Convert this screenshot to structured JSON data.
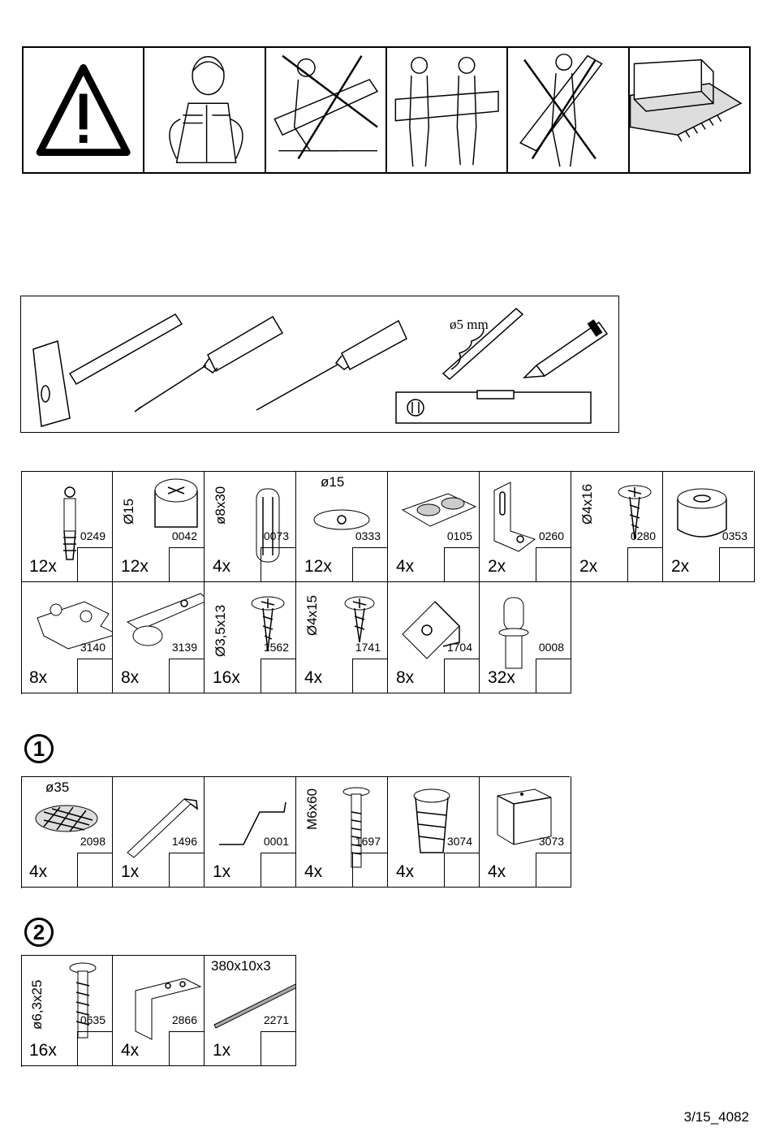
{
  "warnings": {
    "panels": [
      "warning-triangle-icon",
      "read-instructions-icon",
      "one-person-prohibited-icon",
      "two-person-lift-icon",
      "one-person-carry-prohibited-icon",
      "assemble-on-soft-surface-icon"
    ]
  },
  "tools": {
    "items": [
      "hammer-icon",
      "phillips-screwdriver-icon",
      "awl-icon",
      "drill-bit-icon",
      "pencil-icon",
      "spirit-level-icon"
    ],
    "drill_label": "ø5 mm"
  },
  "parts_main": [
    {
      "code": "0249",
      "qty": "12x",
      "dim": "",
      "icon": "cam-bolt-icon"
    },
    {
      "code": "0042",
      "qty": "12x",
      "dim": "Ø15",
      "icon": "cam-lock-icon"
    },
    {
      "code": "0073",
      "qty": "4x",
      "dim": "ø8x30",
      "icon": "wooden-dowel-icon"
    },
    {
      "code": "0333",
      "qty": "12x",
      "dim": "ø15",
      "icon": "cover-cap-icon"
    },
    {
      "code": "0105",
      "qty": "4x",
      "dim": "",
      "icon": "felt-pad-icon"
    },
    {
      "code": "0260",
      "qty": "2x",
      "dim": "",
      "icon": "angle-bracket-icon"
    },
    {
      "code": "0280",
      "qty": "2x",
      "dim": "Ø4x16",
      "icon": "wood-screw-icon"
    },
    {
      "code": "0353",
      "qty": "2x",
      "dim": "",
      "icon": "spacer-ring-icon"
    },
    {
      "code": "3140",
      "qty": "8x",
      "dim": "",
      "icon": "hinge-plate-icon"
    },
    {
      "code": "3139",
      "qty": "8x",
      "dim": "",
      "icon": "hinge-icon"
    },
    {
      "code": "1562",
      "qty": "16x",
      "dim": "Ø3,5x13",
      "icon": "wood-screw-icon"
    },
    {
      "code": "1741",
      "qty": "4x",
      "dim": "Ø4x15",
      "icon": "flange-screw-icon"
    },
    {
      "code": "1704",
      "qty": "8x",
      "dim": "",
      "icon": "corner-block-icon"
    },
    {
      "code": "0008",
      "qty": "32x",
      "dim": "",
      "icon": "shelf-pin-icon"
    }
  ],
  "step1": {
    "number": "1",
    "parts": [
      {
        "code": "2098",
        "qty": "4x",
        "dim": "ø35",
        "icon": "round-pad-icon"
      },
      {
        "code": "1496",
        "qty": "1x",
        "dim": "",
        "icon": "hex-key-icon"
      },
      {
        "code": "0001",
        "qty": "1x",
        "dim": "",
        "icon": "crank-wrench-icon"
      },
      {
        "code": "1697",
        "qty": "4x",
        "dim": "M6x60",
        "icon": "connector-bolt-icon"
      },
      {
        "code": "3074",
        "qty": "4x",
        "dim": "",
        "icon": "threaded-insert-icon"
      },
      {
        "code": "3073",
        "qty": "4x",
        "dim": "",
        "icon": "furniture-leg-icon"
      }
    ]
  },
  "step2": {
    "number": "2",
    "parts": [
      {
        "code": "0635",
        "qty": "16x",
        "dim": "ø6,3x25",
        "icon": "screw-icon"
      },
      {
        "code": "2866",
        "qty": "4x",
        "dim": "",
        "icon": "l-bracket-icon"
      },
      {
        "code": "2271",
        "qty": "1x",
        "dim": "380x10x3",
        "icon": "metal-strip-icon"
      }
    ]
  },
  "footer": "3/15_4082"
}
